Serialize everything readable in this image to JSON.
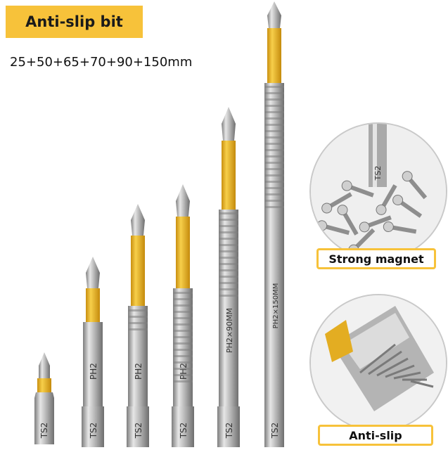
{
  "header": {
    "title": "Anti-slip bit",
    "sizes": "25+50+65+70+90+150mm"
  },
  "colors": {
    "accent": "#f7c23a",
    "sleeve": "#f2b824",
    "steel": "#b8b8b8"
  },
  "bits": [
    {
      "id": "bit-25",
      "shank_label": "TS2",
      "body_label": ""
    },
    {
      "id": "bit-50",
      "shank_label": "TS2",
      "body_label": "PH2"
    },
    {
      "id": "bit-65",
      "shank_label": "TS2",
      "body_label": "PH2"
    },
    {
      "id": "bit-70",
      "shank_label": "TS2",
      "body_label": "PH2"
    },
    {
      "id": "bit-90",
      "shank_label": "TS2",
      "body_label": "PH2×90MM"
    },
    {
      "id": "bit-150",
      "shank_label": "TS2",
      "body_label": "PH2×150MM"
    }
  ],
  "features": {
    "magnet": {
      "label": "Strong magnet",
      "icon": "magnet-screws-closeup",
      "bit_label": "TS2"
    },
    "antislip": {
      "label": "Anti-slip",
      "icon": "bit-tip-closeup"
    }
  }
}
